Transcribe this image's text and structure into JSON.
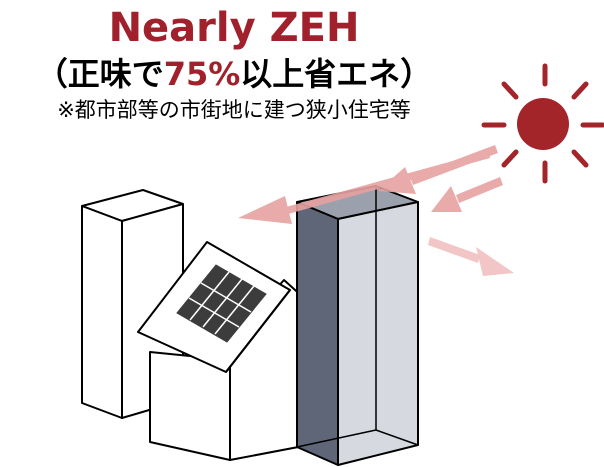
{
  "colors": {
    "accent": "#A0202B",
    "sun": "#A3252A",
    "ray_arrow": "#E7A1A1",
    "reflected_arrow": "#F2C6C6",
    "tall_building_front": "#5E6678",
    "tall_building_side": "#D6D9DF",
    "solar_panel": "#3C3C3C"
  },
  "heading": {
    "title": "Nearly ZEH",
    "subtitle_open": "（正味で",
    "subtitle_percent": "75%",
    "subtitle_close": "以上省エネ）",
    "note": "※都市部等の市街地に建つ狭小住宅等"
  },
  "icons": [
    "sun-icon",
    "solar-panel-icon",
    "house-icon",
    "building-icon"
  ]
}
